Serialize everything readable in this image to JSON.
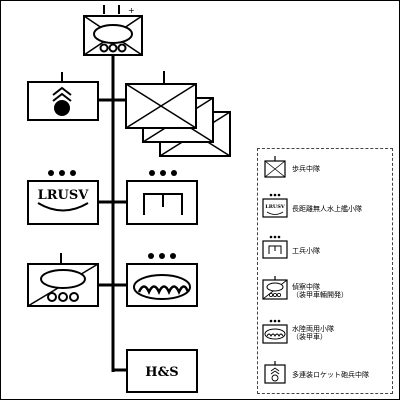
{
  "units": {
    "lrusv_label": "LRUSV",
    "hs_label": "H&S"
  },
  "legend": {
    "items": [
      {
        "label": "歩兵中隊"
      },
      {
        "label": "長距離無人水上艦小隊"
      },
      {
        "label": "工兵小隊"
      },
      {
        "label": "偵察中隊\n（装甲車輛開発）"
      },
      {
        "label": "水陸両用小隊\n（装甲車）"
      },
      {
        "label": "多連装ロケット砲兵中隊"
      }
    ],
    "lrusv_mini_label": "LRUSV"
  }
}
